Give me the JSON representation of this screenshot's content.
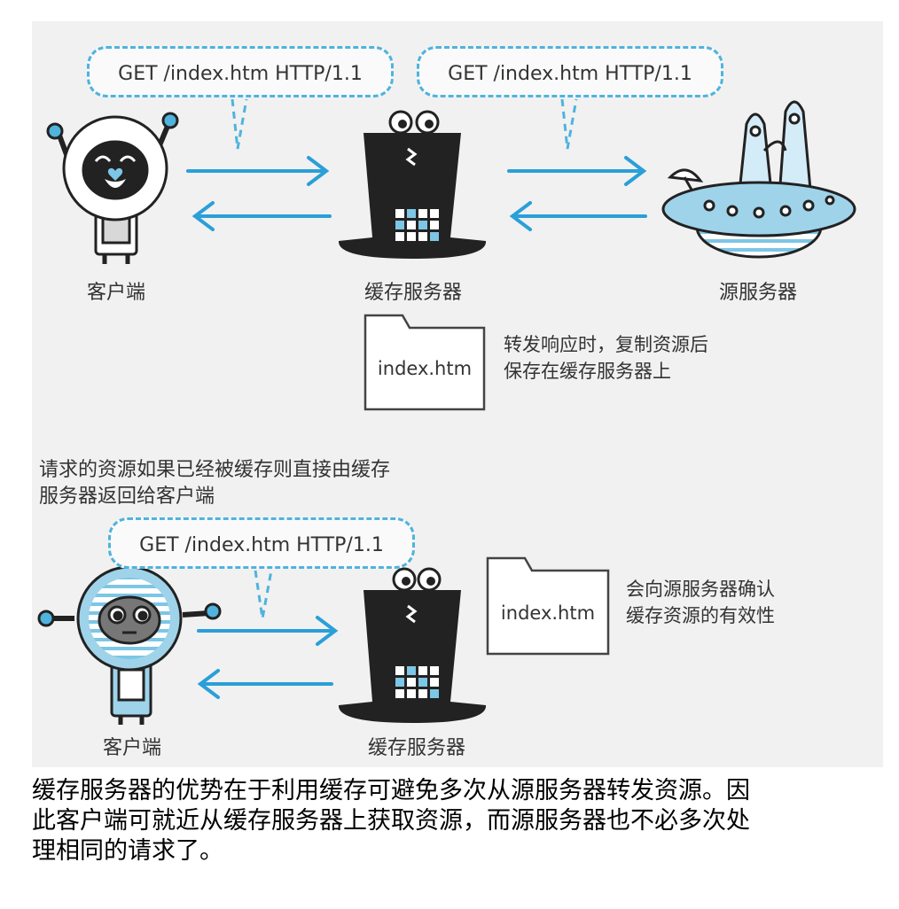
{
  "top_scene": {
    "request_left": "GET /index.htm HTTP/1.1",
    "request_right": "GET /index.htm HTTP/1.1",
    "client_label": "客户端",
    "cache_label": "缓存服务器",
    "origin_label": "源服务器",
    "file_name": "index.htm",
    "note_line1": "转发响应时，复制资源后",
    "note_line2": "保存在缓存服务器上"
  },
  "bottom_scene": {
    "intro_line1": "请求的资源如果已经被缓存则直接由缓存",
    "intro_line2": "服务器返回给客户端",
    "request": "GET /index.htm HTTP/1.1",
    "file_name": "index.htm",
    "note_line1": "会向源服务器确认",
    "note_line2": "缓存资源的有效性",
    "client_label": "客户端",
    "cache_label": "缓存服务器"
  },
  "caption": {
    "line1": "缓存服务器的优势在于利用缓存可避免多次从源服务器转发资源。因",
    "line2": "此客户端可就近从缓存服务器上获取资源，而源服务器也不必多次处",
    "line3": "理相同的请求了。"
  },
  "colors": {
    "arrow": "#2a9fd8",
    "dashed": "#4fb3dd",
    "panel": "#f1f1f1",
    "ink": "#222222",
    "robot_blue": "#9fd3ea"
  },
  "icons": [
    "client-robot-icon",
    "cache-server-hat-icon",
    "origin-server-ufo-icon",
    "file-icon",
    "arrow-right-icon",
    "arrow-left-icon"
  ]
}
